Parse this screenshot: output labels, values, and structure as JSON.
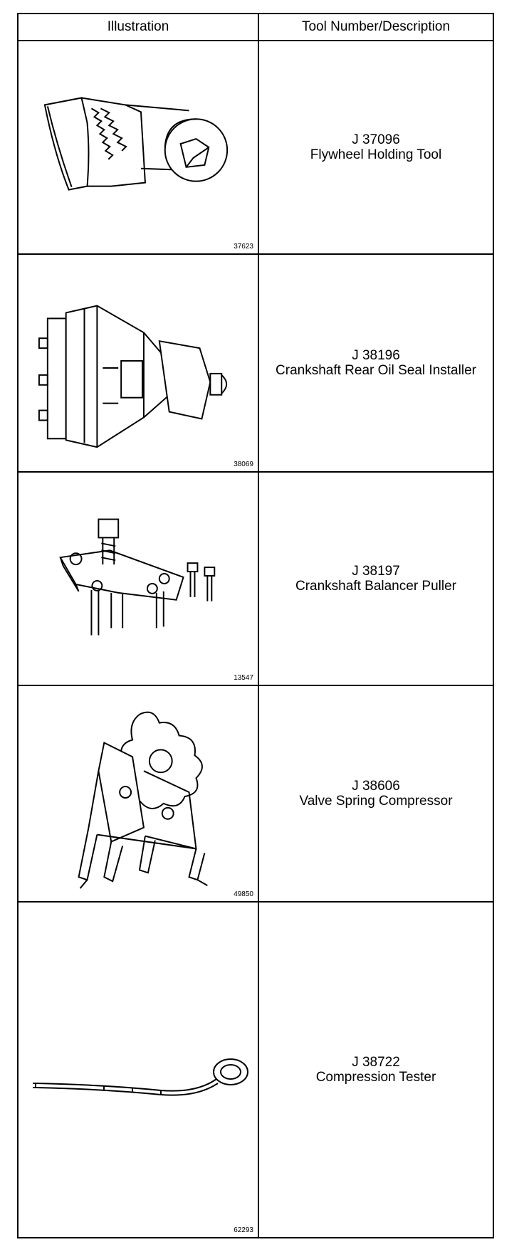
{
  "header": {
    "col1": "Illustration",
    "col2": "Tool Number/Description"
  },
  "rows": [
    {
      "number": "J 37096",
      "description": "Flywheel Holding Tool",
      "figure": "37623",
      "icon": "flywheel-holding-tool-icon"
    },
    {
      "number": "J 38196",
      "description": "Crankshaft Rear Oil Seal Installer",
      "figure": "38069",
      "icon": "oil-seal-installer-icon"
    },
    {
      "number": "J 38197",
      "description": "Crankshaft Balancer Puller",
      "figure": "13547",
      "icon": "balancer-puller-icon"
    },
    {
      "number": "J 38606",
      "description": "Valve Spring Compressor",
      "figure": "49850",
      "icon": "valve-spring-compressor-icon"
    },
    {
      "number": "J 38722",
      "description": "Compression Tester",
      "figure": "62293",
      "icon": "compression-tester-icon"
    }
  ]
}
